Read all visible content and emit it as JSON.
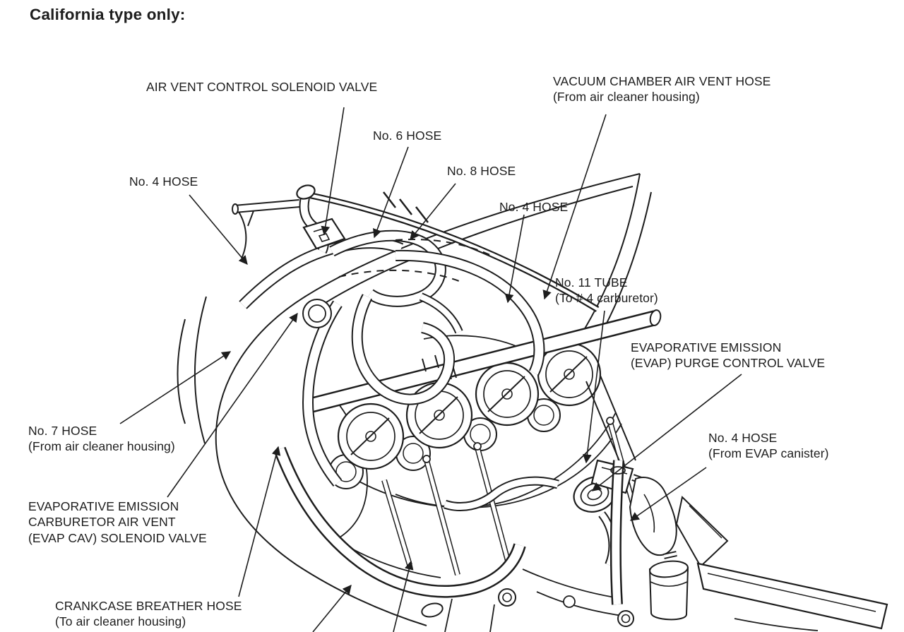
{
  "page": {
    "heading": "California type only:"
  },
  "style": {
    "ink": "#1d1d1d",
    "paper": "#ffffff"
  },
  "diagram": {
    "type": "hose-routing-illustration",
    "labels": [
      {
        "id": "air-vent-control-solenoid-valve",
        "lines": [
          "AIR VENT CONTROL SOLENOID VALVE"
        ]
      },
      {
        "id": "vacuum-chamber-air-vent-hose",
        "lines": [
          "VACUUM CHAMBER AIR VENT HOSE",
          "(From air cleaner housing)"
        ]
      },
      {
        "id": "no-6-hose",
        "lines": [
          "No. 6 HOSE"
        ]
      },
      {
        "id": "no-8-hose",
        "lines": [
          "No. 8 HOSE"
        ]
      },
      {
        "id": "no-4-hose-left",
        "lines": [
          "No. 4 HOSE"
        ]
      },
      {
        "id": "no-4-hose-upper-right",
        "lines": [
          "No. 4 HOSE"
        ]
      },
      {
        "id": "no-11-tube",
        "lines": [
          "No. 11 TUBE",
          "(To # 4 carburetor)"
        ]
      },
      {
        "id": "evap-purge-control-valve",
        "lines": [
          "EVAPORATIVE EMISSION",
          "(EVAP) PURGE CONTROL VALVE"
        ]
      },
      {
        "id": "no-7-hose",
        "lines": [
          "No. 7 HOSE",
          "(From air cleaner housing)"
        ]
      },
      {
        "id": "evap-cav-solenoid-valve",
        "lines": [
          "EVAPORATIVE EMISSION",
          "CARBURETOR AIR VENT",
          "(EVAP CAV) SOLENOID VALVE"
        ]
      },
      {
        "id": "crankcase-breather-hose",
        "lines": [
          "CRANKCASE BREATHER HOSE",
          "(To air cleaner housing)"
        ]
      },
      {
        "id": "no-4-hose-evap-canister",
        "lines": [
          "No. 4 HOSE",
          "(From EVAP canister)"
        ]
      }
    ]
  }
}
